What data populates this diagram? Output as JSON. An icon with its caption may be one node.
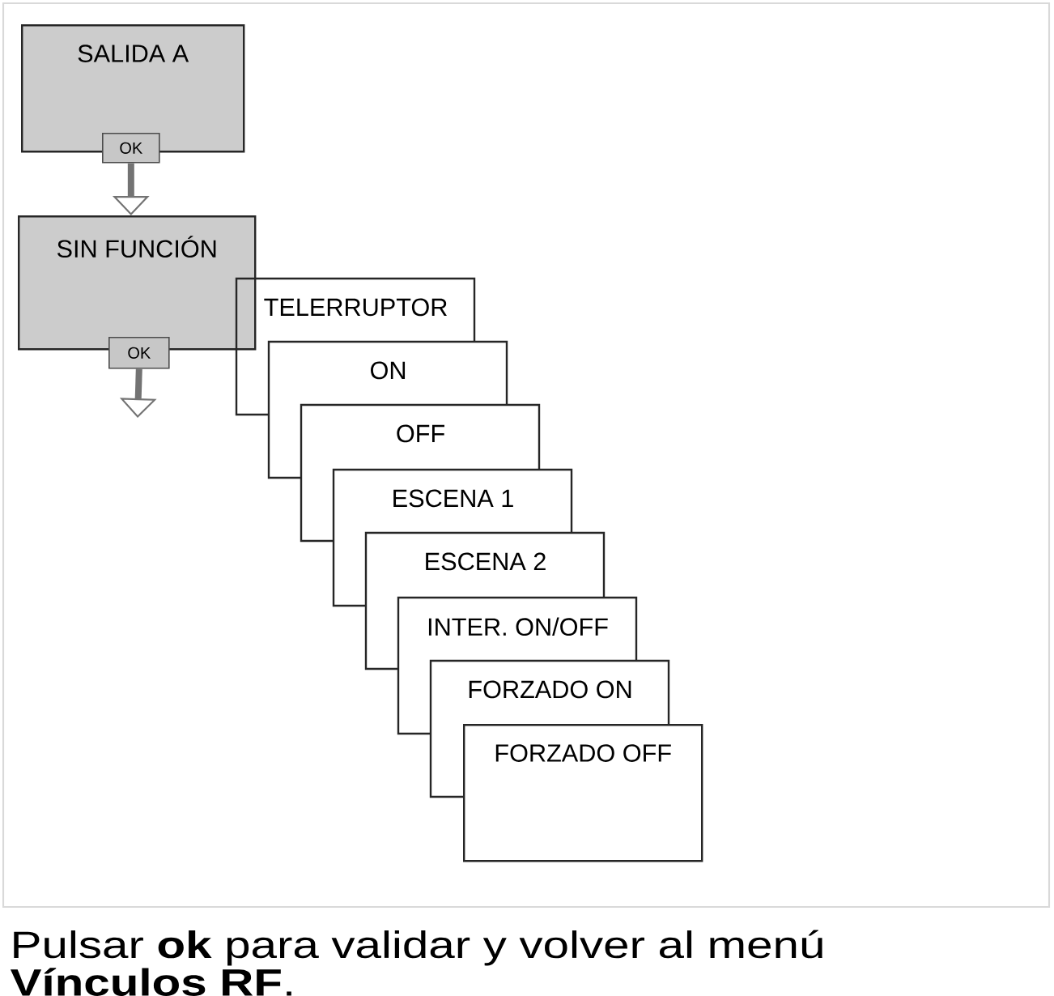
{
  "diagram": {
    "caption": "Pulsar **ok** para validar y volver al menú **Vínculos RF**.",
    "nodes": [
      {
        "text": [
          "SALIDA A"
        ]
      },
      {
        "text": [
          "OK"
        ]
      },
      {
        "text": [
          "SIN FUNCIÓN"
        ]
      },
      {
        "text": [
          "OK"
        ]
      },
      {
        "text": [
          "TELERRUPTOR"
        ]
      },
      {
        "text": [
          "ON"
        ]
      },
      {
        "text": [
          "OFF"
        ]
      },
      {
        "text": [
          "ESCENA 1"
        ]
      },
      {
        "text": [
          "ESCENA 2"
        ]
      },
      {
        "text": [
          "INTER. ON/OFF"
        ]
      },
      {
        "text": [
          "FORZADO ON"
        ]
      },
      {
        "text": [
          "FORZADO OFF"
        ]
      }
    ],
    "edges": [
      {
        "from": 1,
        "to": 2,
        "arrow": "to"
      },
      {
        "from": 3,
        "to": null,
        "arrow": "to"
      }
    ]
  }
}
